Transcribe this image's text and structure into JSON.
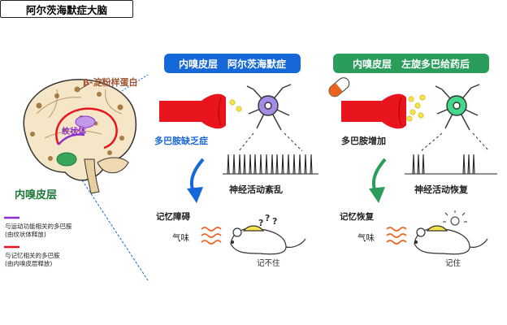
{
  "brain_panel": {
    "title": "阿尔茨海默症大脑",
    "amyloid_label": "β-淀粉样蛋白",
    "striatum_label": "纹状体",
    "cortex_label": "内嗅皮层",
    "legend_motor_line1": "与运动功能相关的多巴胺",
    "legend_motor_line2": "(由纹状体释放)",
    "legend_memory_line1": "与记忆相关的多巴胺",
    "legend_memory_line2": "(由内嗅皮层释放)"
  },
  "left_panel": {
    "header": "内嗅皮层　阿尔茨海默症",
    "dopamine_label": "多巴胺缺乏症",
    "activity_label": "神经活动紊乱",
    "memory_title": "记忆障碍",
    "smell_label": "气味",
    "result_label": "记不住"
  },
  "right_panel": {
    "header": "内嗅皮层　左旋多巴给药后",
    "dopamine_label": "多巴胺增加",
    "activity_label": "神经活动恢复",
    "memory_title": "记忆恢复",
    "smell_label": "气味",
    "result_label": "记住"
  },
  "colors": {
    "left_accent": "#1668d8",
    "right_accent": "#2a9d5c",
    "axon_red": "#e8141e",
    "neuron_left": "#a58ae6",
    "neuron_right": "#43d98a",
    "motor_line": "#8b2fd0",
    "memory_line": "#e8141e"
  }
}
